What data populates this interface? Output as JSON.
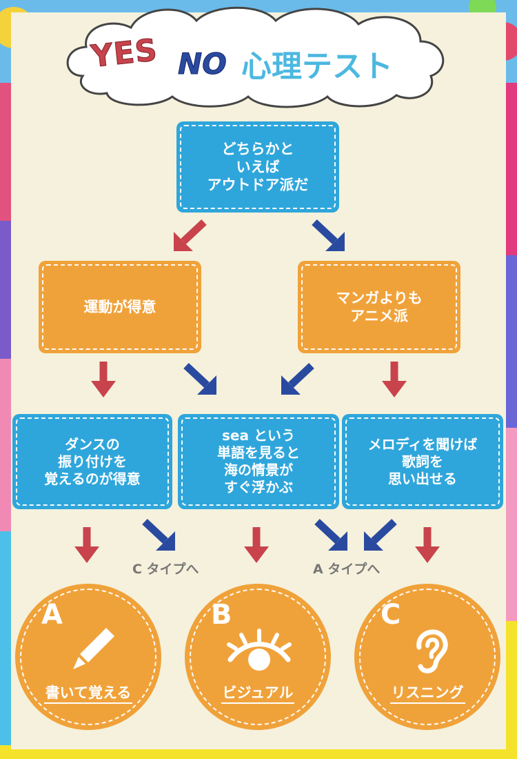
{
  "title": {
    "yes": "YES",
    "no": "NO",
    "main": "心理テスト"
  },
  "start": "どちらかと\nいえば\nアウトドア派だ",
  "level2": {
    "left": "運動が得意",
    "right": "マンガよりも\nアニメ派"
  },
  "level3": {
    "left": "ダンスの\n振り付けを\n覚えるのが得意",
    "middle": "sea という\n単語を見ると\n海の情景が\nすぐ浮かぶ",
    "right": "メロディを聞けば\n歌詞を\n思い出せる"
  },
  "notes": {
    "c_type": "C タイプへ",
    "a_type": "A タイプへ"
  },
  "results": [
    {
      "letter": "A",
      "label": "書いて覚える",
      "icon": "pencil-icon"
    },
    {
      "letter": "B",
      "label": "ビジュアル",
      "icon": "eye-icon"
    },
    {
      "letter": "C",
      "label": "リスニング",
      "icon": "ear-icon"
    }
  ],
  "colors": {
    "yes_arrow": "#c8434c",
    "no_arrow": "#2a4aa0",
    "blue_box": "#2fa6db",
    "orange_box": "#f0a23a",
    "panel": "#f5f1dc"
  }
}
